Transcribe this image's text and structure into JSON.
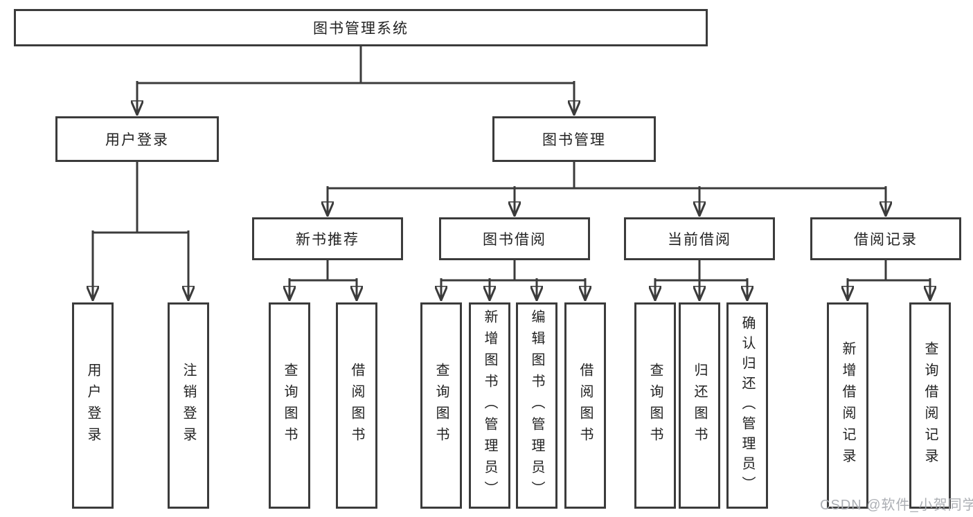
{
  "diagram": {
    "type": "tree",
    "root": {
      "label": "图书管理系统",
      "children": [
        {
          "label": "用户登录",
          "children": [
            {
              "label": "用户登录"
            },
            {
              "label": "注销登录"
            }
          ]
        },
        {
          "label": "图书管理",
          "children": [
            {
              "label": "新书推荐",
              "children": [
                {
                  "label": "查询图书"
                },
                {
                  "label": "借阅图书"
                }
              ]
            },
            {
              "label": "图书借阅",
              "children": [
                {
                  "label": "查询图书"
                },
                {
                  "label": "新增图书（管理员）"
                },
                {
                  "label": "编辑图书（管理员）"
                },
                {
                  "label": "借阅图书"
                }
              ]
            },
            {
              "label": "当前借阅",
              "children": [
                {
                  "label": "查询图书"
                },
                {
                  "label": "归还图书"
                },
                {
                  "label": "确认归还（管理员）"
                }
              ]
            },
            {
              "label": "借阅记录",
              "children": [
                {
                  "label": "新增借阅记录"
                },
                {
                  "label": "查询借阅记录"
                }
              ]
            }
          ]
        }
      ]
    },
    "watermark": "CSDN @软件_小贺同学",
    "colors": {
      "line": "#3b3b3b",
      "box_border": "#3b3b3b",
      "box_fill": "#ffffff",
      "text": "#222222",
      "background": "#ffffff",
      "watermark": "#a8abb0"
    }
  }
}
